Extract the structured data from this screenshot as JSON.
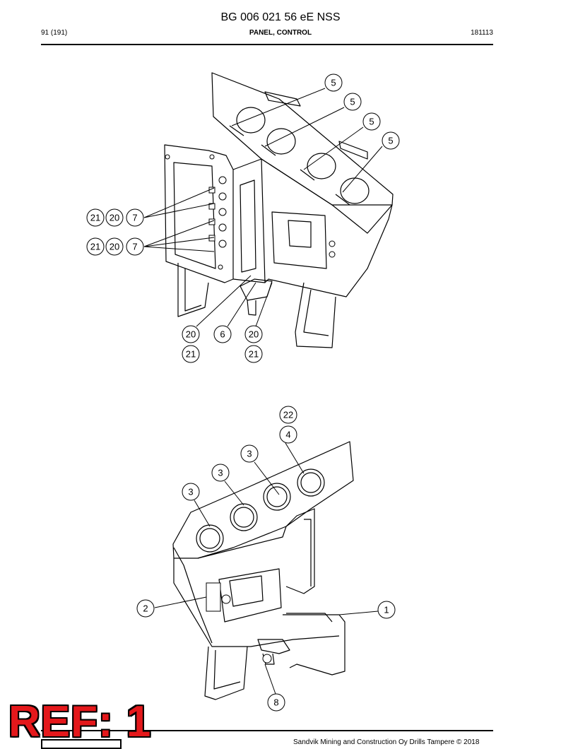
{
  "header": {
    "title": "BG 006 021 56 eE NSS",
    "page": "91 (191)",
    "section": "PANEL, CONTROL",
    "code": "181113"
  },
  "callouts": {
    "top": [
      "5",
      "5",
      "5",
      "5",
      "21",
      "20",
      "7",
      "21",
      "20",
      "7",
      "20",
      "21",
      "6",
      "20",
      "21"
    ],
    "bottom": [
      "22",
      "4",
      "3",
      "3",
      "3",
      "2",
      "1",
      "8"
    ]
  },
  "stamp": "REF: 1",
  "footer": "Sandvik Mining and Construction Oy Drills Tampere © 2018"
}
